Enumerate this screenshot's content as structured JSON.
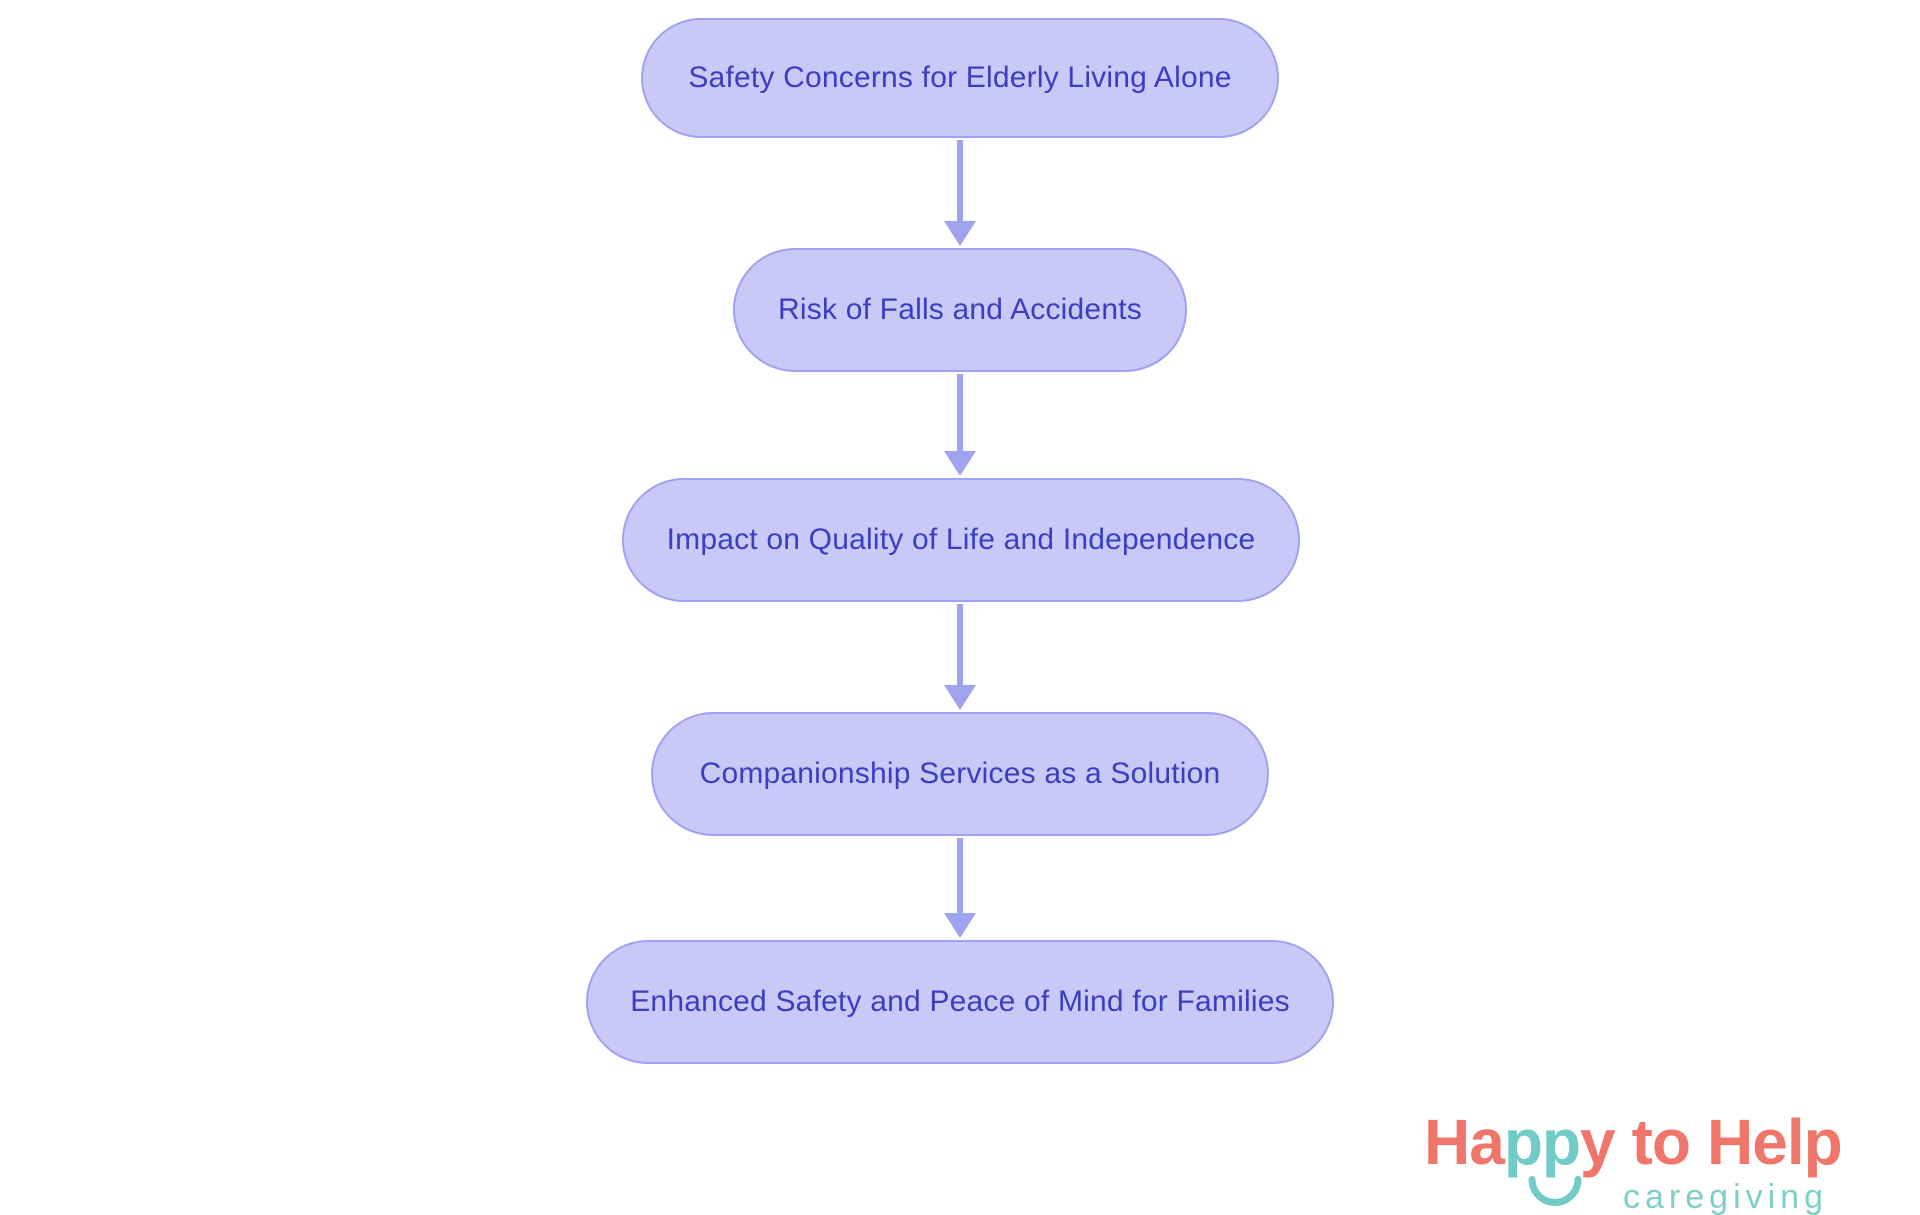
{
  "diagram": {
    "type": "flowchart",
    "direction": "top-down",
    "nodes": [
      {
        "id": 1,
        "label": "Safety Concerns for Elderly Living Alone"
      },
      {
        "id": 2,
        "label": "Risk of Falls and Accidents"
      },
      {
        "id": 3,
        "label": "Impact on Quality of Life and Independence"
      },
      {
        "id": 4,
        "label": "Companionship Services as a Solution"
      },
      {
        "id": 5,
        "label": "Enhanced Safety and Peace of Mind for Families"
      }
    ],
    "edges": [
      {
        "from": 1,
        "to": 2
      },
      {
        "from": 2,
        "to": 3
      },
      {
        "from": 3,
        "to": 4
      },
      {
        "from": 4,
        "to": 5
      }
    ],
    "colors": {
      "node_fill": "#c9c9f8",
      "node_border": "#9fa2ee",
      "node_text": "#3b3ec1",
      "arrow": "#9ea3f0",
      "background": "#ffffff"
    }
  },
  "logo": {
    "word1_part1": "Ha",
    "word1_part2": "pp",
    "word1_part3": "y",
    "word2": "to",
    "word3": "Help",
    "tagline": "caregiving",
    "colors": {
      "coral": "#f0756b",
      "teal": "#72cbc6"
    }
  }
}
